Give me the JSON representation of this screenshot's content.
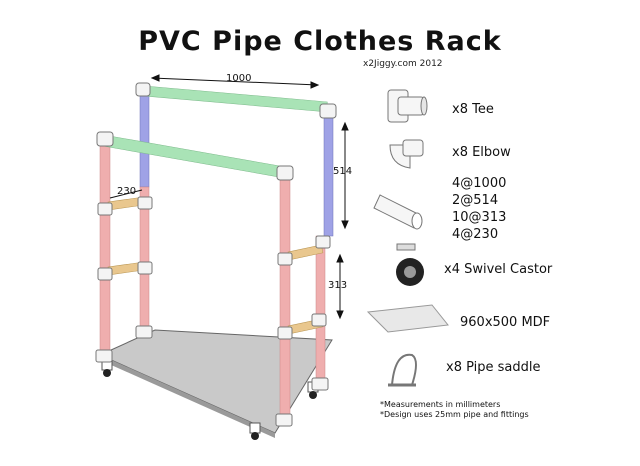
{
  "title": "PVC Pipe Clothes Rack",
  "credit": "x2Jiggy.com 2012",
  "dimensions": {
    "top_width": "1000",
    "upright_upper": "514",
    "upright_lower": "313",
    "crossbar": "230"
  },
  "parts": [
    {
      "label": "x8 Tee",
      "icon": "tee-fitting-icon"
    },
    {
      "label": "x8 Elbow",
      "icon": "elbow-fitting-icon"
    },
    {
      "label": "",
      "icon": "pipe-icon",
      "quantities": [
        "4@1000",
        "2@514",
        "10@313",
        "4@230"
      ]
    },
    {
      "label": "x4 Swivel Castor",
      "icon": "swivel-castor-icon"
    },
    {
      "label": "960x500 MDF",
      "icon": "mdf-board-icon"
    },
    {
      "label": "x8 Pipe saddle",
      "icon": "pipe-saddle-icon"
    }
  ],
  "notes": [
    "*Measurements in millimeters",
    "*Design uses 25mm pipe and fittings"
  ],
  "colors": {
    "horizontal_rail": "#a9e3b6",
    "upper_upright": "#9fa2e6",
    "lower_upright": "#efaeae",
    "crossbar": "#e9c78e",
    "fittings": "#f4f4f4",
    "board": "#c9c9c9"
  }
}
